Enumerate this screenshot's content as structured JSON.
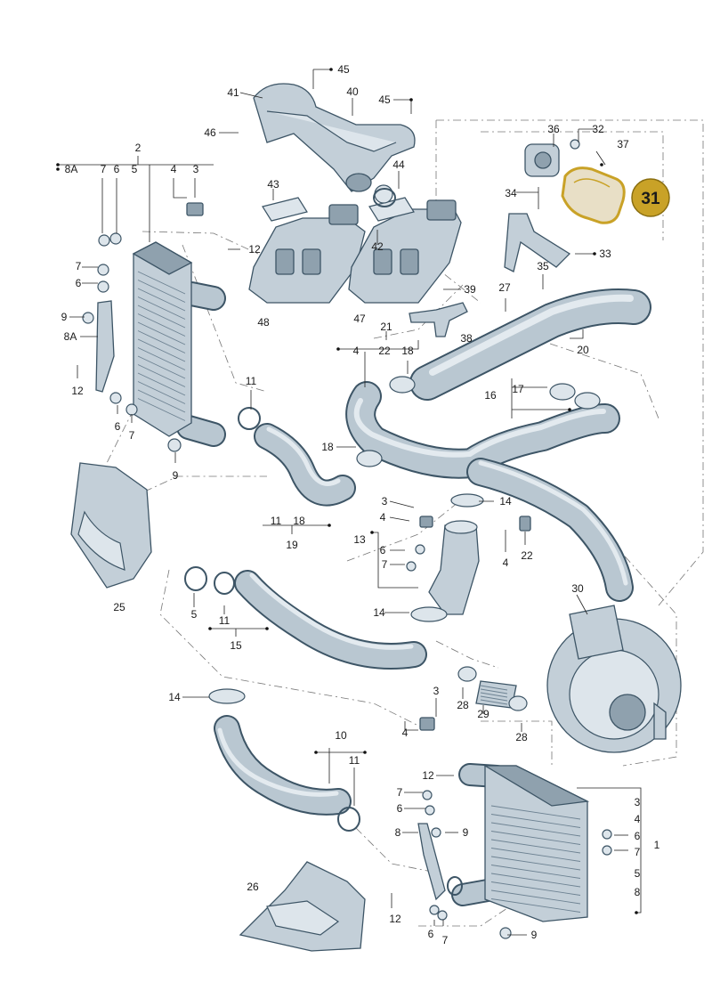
{
  "diagram": {
    "highlight": {
      "label": "31",
      "color": "#c9a227"
    },
    "labels": [
      {
        "t": "45"
      },
      {
        "t": "41"
      },
      {
        "t": "40"
      },
      {
        "t": "45"
      },
      {
        "t": "46"
      },
      {
        "t": "2"
      },
      {
        "t": "8A"
      },
      {
        "t": "7"
      },
      {
        "t": "6"
      },
      {
        "t": "5"
      },
      {
        "t": "4"
      },
      {
        "t": "3"
      },
      {
        "t": "36"
      },
      {
        "t": "32"
      },
      {
        "t": "37"
      },
      {
        "t": "34"
      },
      {
        "t": "12"
      },
      {
        "t": "43"
      },
      {
        "t": "44"
      },
      {
        "t": "42"
      },
      {
        "t": "33"
      },
      {
        "t": "7"
      },
      {
        "t": "6"
      },
      {
        "t": "35"
      },
      {
        "t": "27"
      },
      {
        "t": "39"
      },
      {
        "t": "9"
      },
      {
        "t": "48"
      },
      {
        "t": "47"
      },
      {
        "t": "38"
      },
      {
        "t": "8A"
      },
      {
        "t": "21"
      },
      {
        "t": "20"
      },
      {
        "t": "4"
      },
      {
        "t": "22"
      },
      {
        "t": "18"
      },
      {
        "t": "12"
      },
      {
        "t": "11"
      },
      {
        "t": "17"
      },
      {
        "t": "16"
      },
      {
        "t": "6"
      },
      {
        "t": "7"
      },
      {
        "t": "18"
      },
      {
        "t": "9"
      },
      {
        "t": "3"
      },
      {
        "t": "14"
      },
      {
        "t": "4"
      },
      {
        "t": "11"
      },
      {
        "t": "18"
      },
      {
        "t": "19"
      },
      {
        "t": "13"
      },
      {
        "t": "6"
      },
      {
        "t": "7"
      },
      {
        "t": "4"
      },
      {
        "t": "22"
      },
      {
        "t": "30"
      },
      {
        "t": "5"
      },
      {
        "t": "11"
      },
      {
        "t": "25"
      },
      {
        "t": "14"
      },
      {
        "t": "15"
      },
      {
        "t": "14"
      },
      {
        "t": "3"
      },
      {
        "t": "28"
      },
      {
        "t": "29"
      },
      {
        "t": "4"
      },
      {
        "t": "28"
      },
      {
        "t": "10"
      },
      {
        "t": "11"
      },
      {
        "t": "12"
      },
      {
        "t": "7"
      },
      {
        "t": "6"
      },
      {
        "t": "3"
      },
      {
        "t": "4"
      },
      {
        "t": "8"
      },
      {
        "t": "9"
      },
      {
        "t": "6"
      },
      {
        "t": "1"
      },
      {
        "t": "7"
      },
      {
        "t": "5"
      },
      {
        "t": "26"
      },
      {
        "t": "8"
      },
      {
        "t": "12"
      },
      {
        "t": "6"
      },
      {
        "t": "7"
      },
      {
        "t": "9"
      }
    ]
  }
}
